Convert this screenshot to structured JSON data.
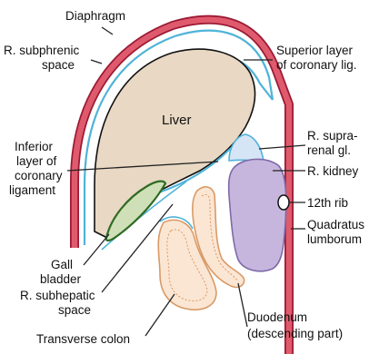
{
  "diagram": {
    "labels": {
      "diaphragm": "Diaphragm",
      "r_subphrenic_1": "R. subphrenic",
      "r_subphrenic_2": "space",
      "superior_layer_1": "Superior layer",
      "superior_layer_2": "of coronary lig.",
      "liver": "Liver",
      "inferior_layer_1": "Inferior",
      "inferior_layer_2": "layer of",
      "inferior_layer_3": "coronary",
      "inferior_layer_4": "ligament",
      "suprarenal_1": "R. supra-",
      "suprarenal_2": "renal gl.",
      "kidney": "R. kidney",
      "rib": "12th rib",
      "quadratus_1": "Quadratus",
      "quadratus_2": "lumborum",
      "gall_1": "Gall",
      "gall_2": "bladder",
      "subhepatic_1": "R. subhepatic",
      "subhepatic_2": "space",
      "transverse_colon": "Transverse colon",
      "duodenum_1": "Duodenum",
      "duodenum_2": "(descending part)"
    },
    "colors": {
      "diaphragm_fill": "#e05a6e",
      "diaphragm_stroke": "#9b1a33",
      "peritoneum": "#4fb3d9",
      "liver_fill": "#e8d8c4",
      "gallbladder_fill": "#cfe0b8",
      "gallbladder_stroke": "#2f6b23",
      "kidney_fill": "#c6b6de",
      "kidney_stroke": "#7d6aa8",
      "suprarenal_fill": "#d6e5f5",
      "gut_fill": "#fbe6d4",
      "gut_stroke": "#d99a66"
    }
  }
}
